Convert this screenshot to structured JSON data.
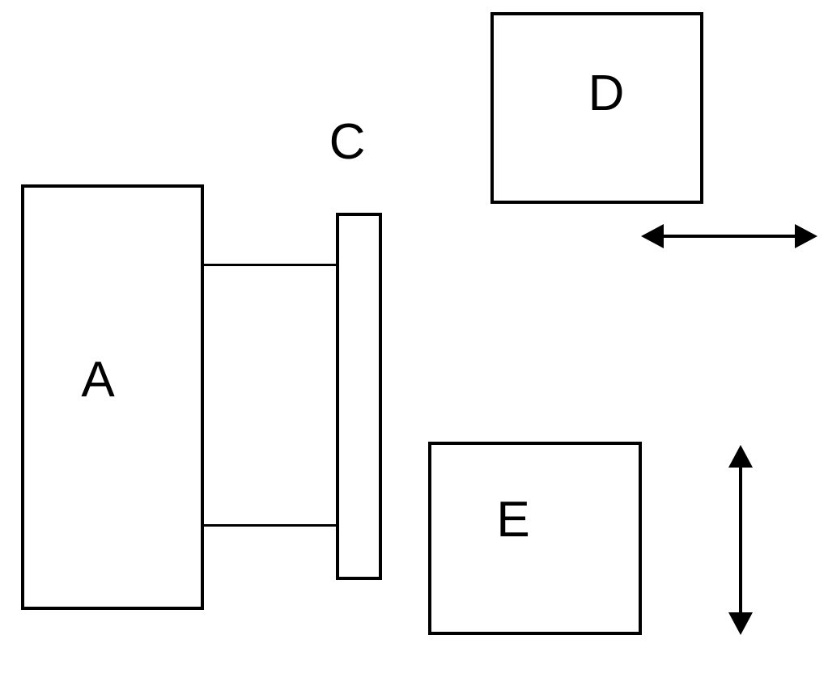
{
  "diagram": {
    "background_color": "#ffffff",
    "stroke_color": "#000000",
    "blocks": [
      {
        "id": "a",
        "label": "A"
      },
      {
        "id": "connector",
        "label": ""
      },
      {
        "id": "c",
        "label": "C"
      },
      {
        "id": "d",
        "label": "D"
      },
      {
        "id": "e",
        "label": "E"
      }
    ],
    "arrows": [
      {
        "name": "horizontal-double-arrow",
        "orientation": "horizontal"
      },
      {
        "name": "vertical-double-arrow",
        "orientation": "vertical"
      }
    ]
  }
}
